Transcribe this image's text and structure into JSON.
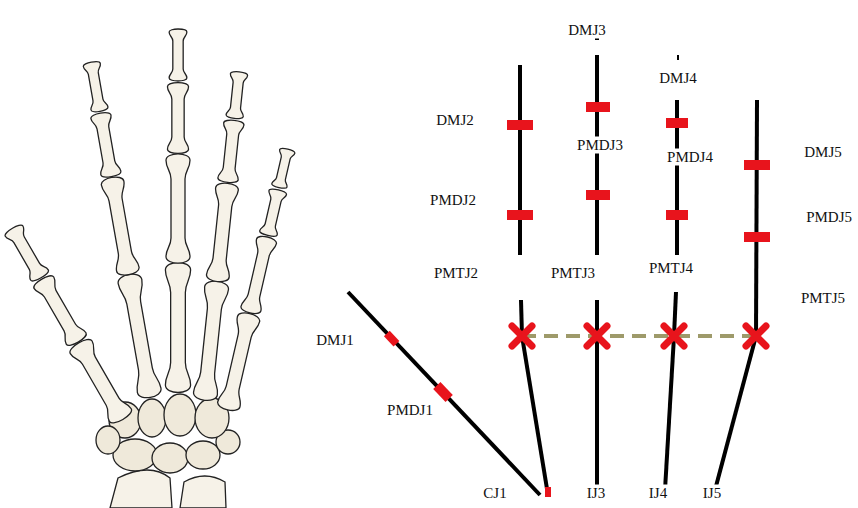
{
  "diagram": {
    "labels": [
      "DMJ3",
      "DMJ2",
      "DMJ4",
      "PMDJ3",
      "PMDJ4",
      "DMJ5",
      "PMDJ2",
      "PMDJ5",
      "PMTJ2",
      "PMTJ3",
      "PMTJ4",
      "PMTJ5",
      "DMJ1",
      "PMDJ1",
      "CJ1",
      "IJ3",
      "IJ4",
      "IJ5"
    ]
  }
}
